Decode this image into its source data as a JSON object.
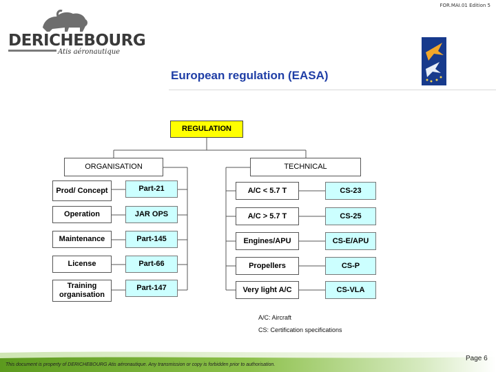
{
  "header": {
    "doc_ref": "FOR.MAI.01 Edition 5",
    "logo_name": "DERICHEBOURG",
    "logo_subtitle": "Atis aéronautique",
    "title": "European regulation (EASA)"
  },
  "diagram": {
    "root": "REGULATION",
    "branches": {
      "organisation": "ORGANISATION",
      "technical": "TECHNICAL"
    },
    "organisation_rows": [
      {
        "label": "Prod/ Concept",
        "part": "Part-21"
      },
      {
        "label": "Operation",
        "part": "JAR OPS"
      },
      {
        "label": "Maintenance",
        "part": "Part-145"
      },
      {
        "label": "License",
        "part": "Part-66"
      },
      {
        "label": "Training organisation",
        "part": "Part-147"
      }
    ],
    "technical_rows": [
      {
        "label": "A/C  < 5.7 T",
        "spec": "CS-23"
      },
      {
        "label": "A/C  > 5.7 T",
        "spec": "CS-25"
      },
      {
        "label": "Engines/APU",
        "spec": "CS-E/APU"
      },
      {
        "label": "Propellers",
        "spec": "CS-P"
      },
      {
        "label": "Very light A/C",
        "spec": "CS-VLA"
      }
    ]
  },
  "notes": {
    "line1": "A/C: Aircraft",
    "line2": "CS: Certification specifications"
  },
  "footer": {
    "disclaimer": "This document is property of DERICHEBOURG Atis aéronautique. Any transmission or copy is forbidden prior to authorisation.",
    "page": "Page 6"
  },
  "colors": {
    "title": "#1f3ea6",
    "root_fill": "#ffff00",
    "leaf_fill": "#ccffff",
    "footer_band": "#6fa52a"
  }
}
